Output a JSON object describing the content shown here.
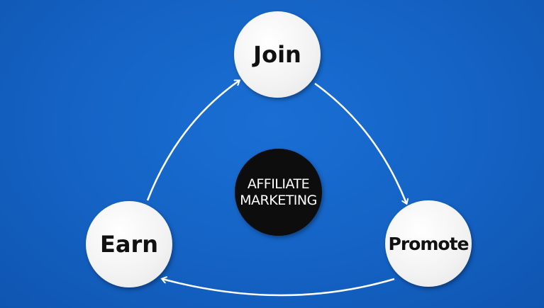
{
  "diagram": {
    "center": {
      "line1": "AFFILIATE",
      "line2": "MARKETING"
    },
    "nodes": [
      {
        "id": "join",
        "label": "Join"
      },
      {
        "id": "promote",
        "label": "Promote"
      },
      {
        "id": "earn",
        "label": "Earn"
      }
    ],
    "flow": [
      "Join",
      "Promote",
      "Earn",
      "Join"
    ],
    "colors": {
      "background": "#1565c8",
      "node": "#f2f2f2",
      "center": "#0d0d0d",
      "arrow": "#ffffff"
    }
  }
}
